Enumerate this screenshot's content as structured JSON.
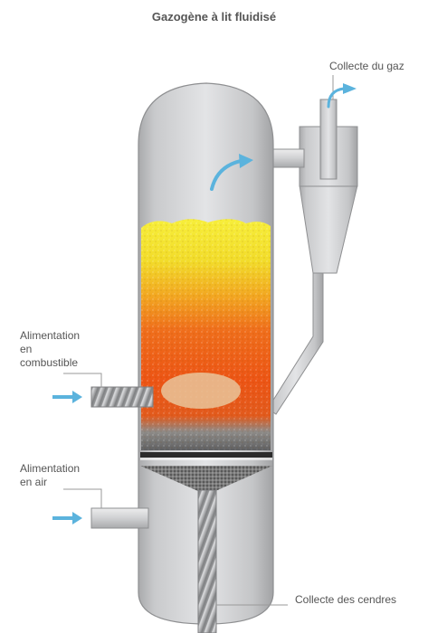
{
  "title": "Gazogène à lit fluidisé",
  "labels": {
    "gas_out": "Collecte du gaz",
    "fuel_feed_line1": "Alimentation",
    "fuel_feed_line2": "en",
    "fuel_feed_line3": "combustible",
    "air_feed_line1": "Alimentation",
    "air_feed_line2": "en air",
    "ash_out": "Collecte des cendres"
  },
  "colors": {
    "arrow": "#5bb3dd",
    "vessel": "#c8c9cb",
    "bed_top": "#f0e020",
    "bed_mid": "#f39b1f",
    "bed_low": "#ee5a16",
    "ash": "#6f6f6f"
  }
}
